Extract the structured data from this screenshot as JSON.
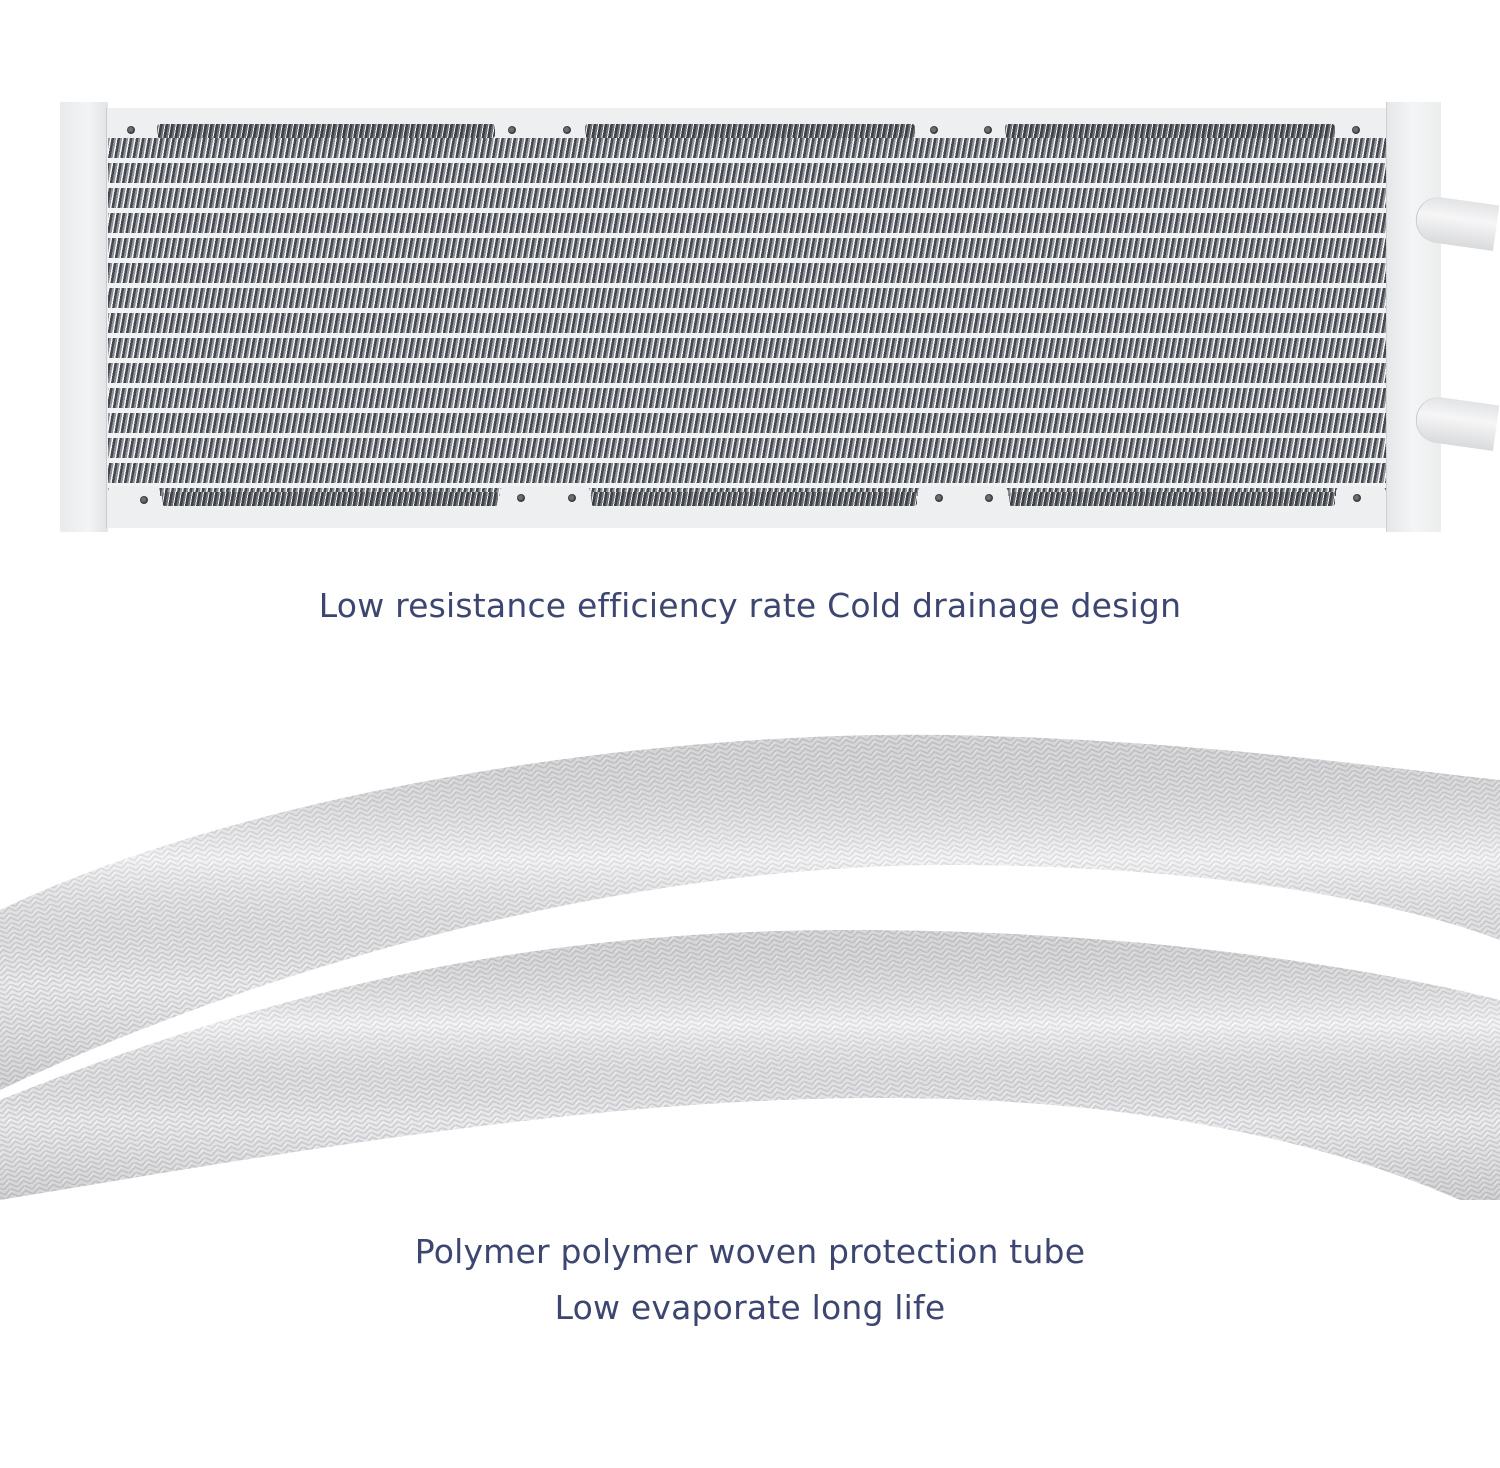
{
  "product": {
    "radiator": {
      "description": "White 360mm AIO liquid cooler radiator, front view",
      "color": "#eeeff1",
      "fin_rows": 14,
      "fan_mount_sections": 3
    },
    "tubes": {
      "description": "Two white braided sleeve coolant tubes",
      "color": "#f1f1f2"
    }
  },
  "captions": {
    "radiator_caption": "Low resistance efficiency rate Cold drainage design",
    "tube_caption_line1": "Polymer polymer woven protection tube",
    "tube_caption_line2": "Low evaporate long life"
  },
  "colors": {
    "caption_text": "#3d4670",
    "background": "#ffffff"
  }
}
